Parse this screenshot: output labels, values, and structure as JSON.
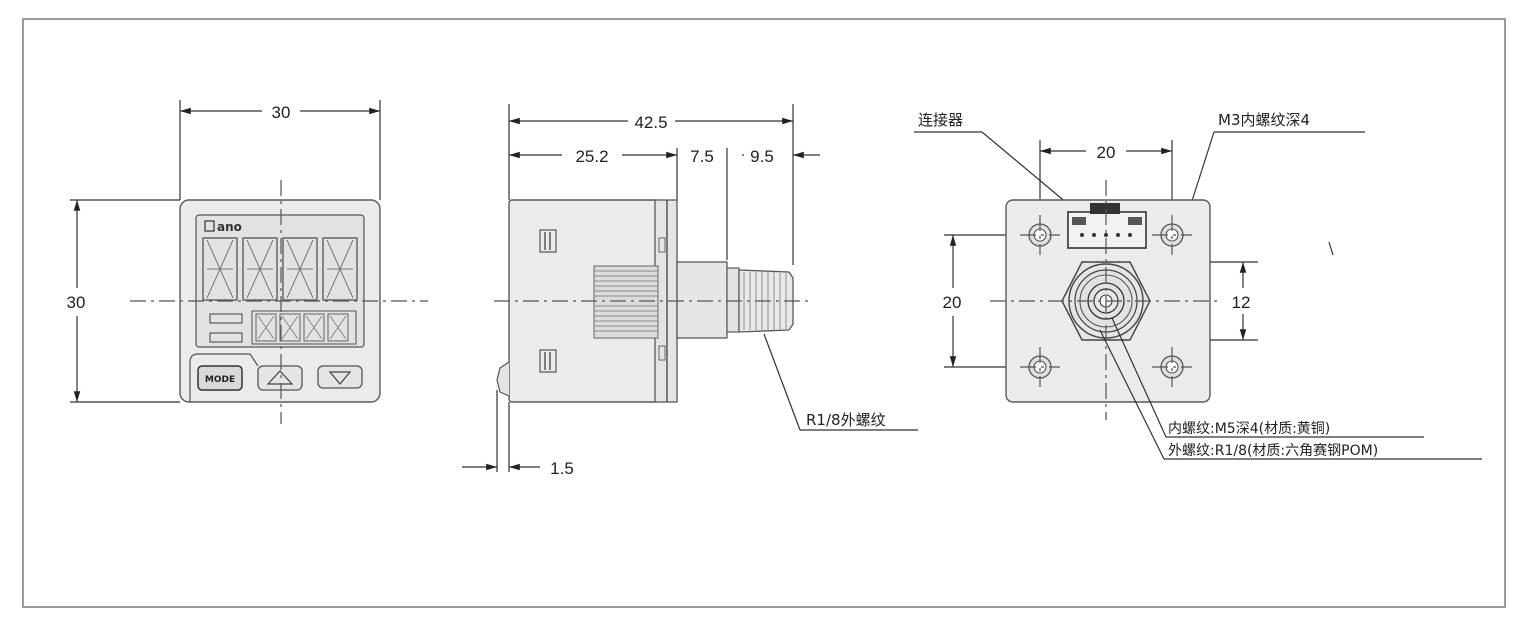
{
  "front_view": {
    "width_dim": "30",
    "height_dim": "30",
    "brand_mark": "ano",
    "digit_glyph": "8",
    "mode_button_label": "MODE"
  },
  "side_view": {
    "overall_dim": "42.5",
    "body_dim": "25.2",
    "neck_dim": "7.5",
    "thread_dim": "9.5",
    "offset_dim": "1.5",
    "thread_note": "R1/8外螺纹"
  },
  "back_view": {
    "connector_label": "连接器",
    "mount_hole_label": "M3内螺纹深4",
    "hole_spacing_h": "20",
    "hole_spacing_v": "20",
    "port_dim": "12",
    "inner_thread_note": "内螺纹:M5深4(材质:黄铜)",
    "outer_thread_note": "外螺纹:R1/8(材质:六角赛钢POM)"
  },
  "colors": {
    "body": "#ebebed",
    "line": "#333333",
    "frame": "#9a9a9a"
  }
}
